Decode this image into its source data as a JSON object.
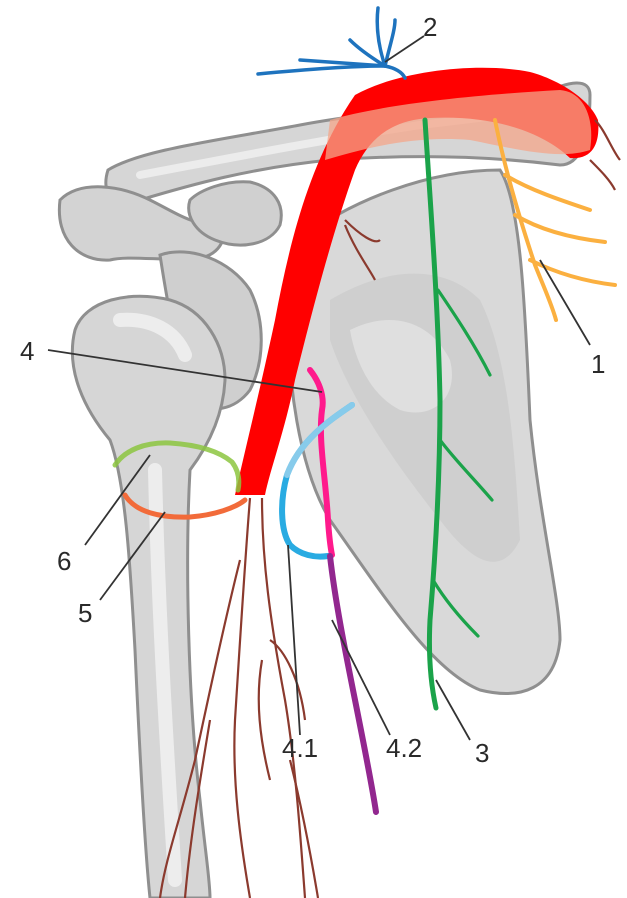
{
  "labels": {
    "l1": "1",
    "l2": "2",
    "l3": "3",
    "l4": "4",
    "l41": "4.1",
    "l42": "4.2",
    "l5": "5",
    "l6": "6"
  },
  "colors": {
    "bone_fill": "#d6d6d6",
    "bone_light": "#ebebeb",
    "bone_outline": "#8f8f8f",
    "artery": "#ff0000",
    "artery_overlay": "#f4a58a",
    "vessel_branch": "#8b3a2e",
    "nerve_1": "#fbb040",
    "nerve_2": "#1e73be",
    "nerve_3": "#1ba34a",
    "nerve_4": "#ff1a8c",
    "nerve_4_1": "#29abe2",
    "nerve_4_2": "#92278f",
    "nerve_5": "#f26b3a",
    "nerve_6": "#8cc63f"
  }
}
